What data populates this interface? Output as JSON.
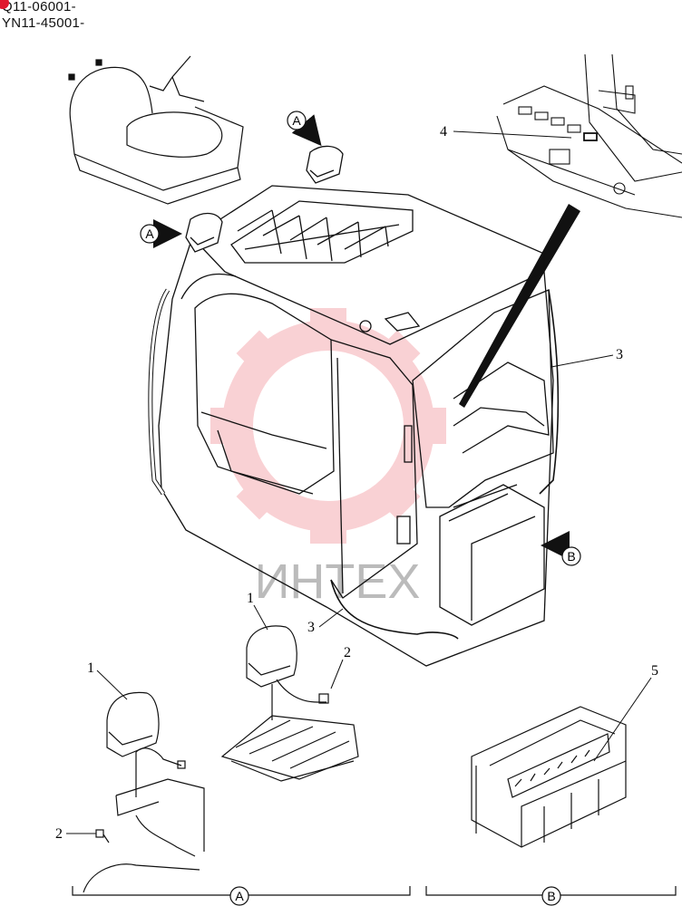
{
  "header": {
    "serial_line_1": "Q11-06001-",
    "serial_line_2": "YN11-45001-"
  },
  "callouts": {
    "item1": "1",
    "item2": "2",
    "item3": "3",
    "item4": "4",
    "item5": "5"
  },
  "view_markers": {
    "a": "A",
    "b": "B"
  },
  "watermark": {
    "text": "ИНТЕХ",
    "color": "#e8343f"
  },
  "colors": {
    "line": "#111111",
    "marker_red": "#e0182d"
  }
}
